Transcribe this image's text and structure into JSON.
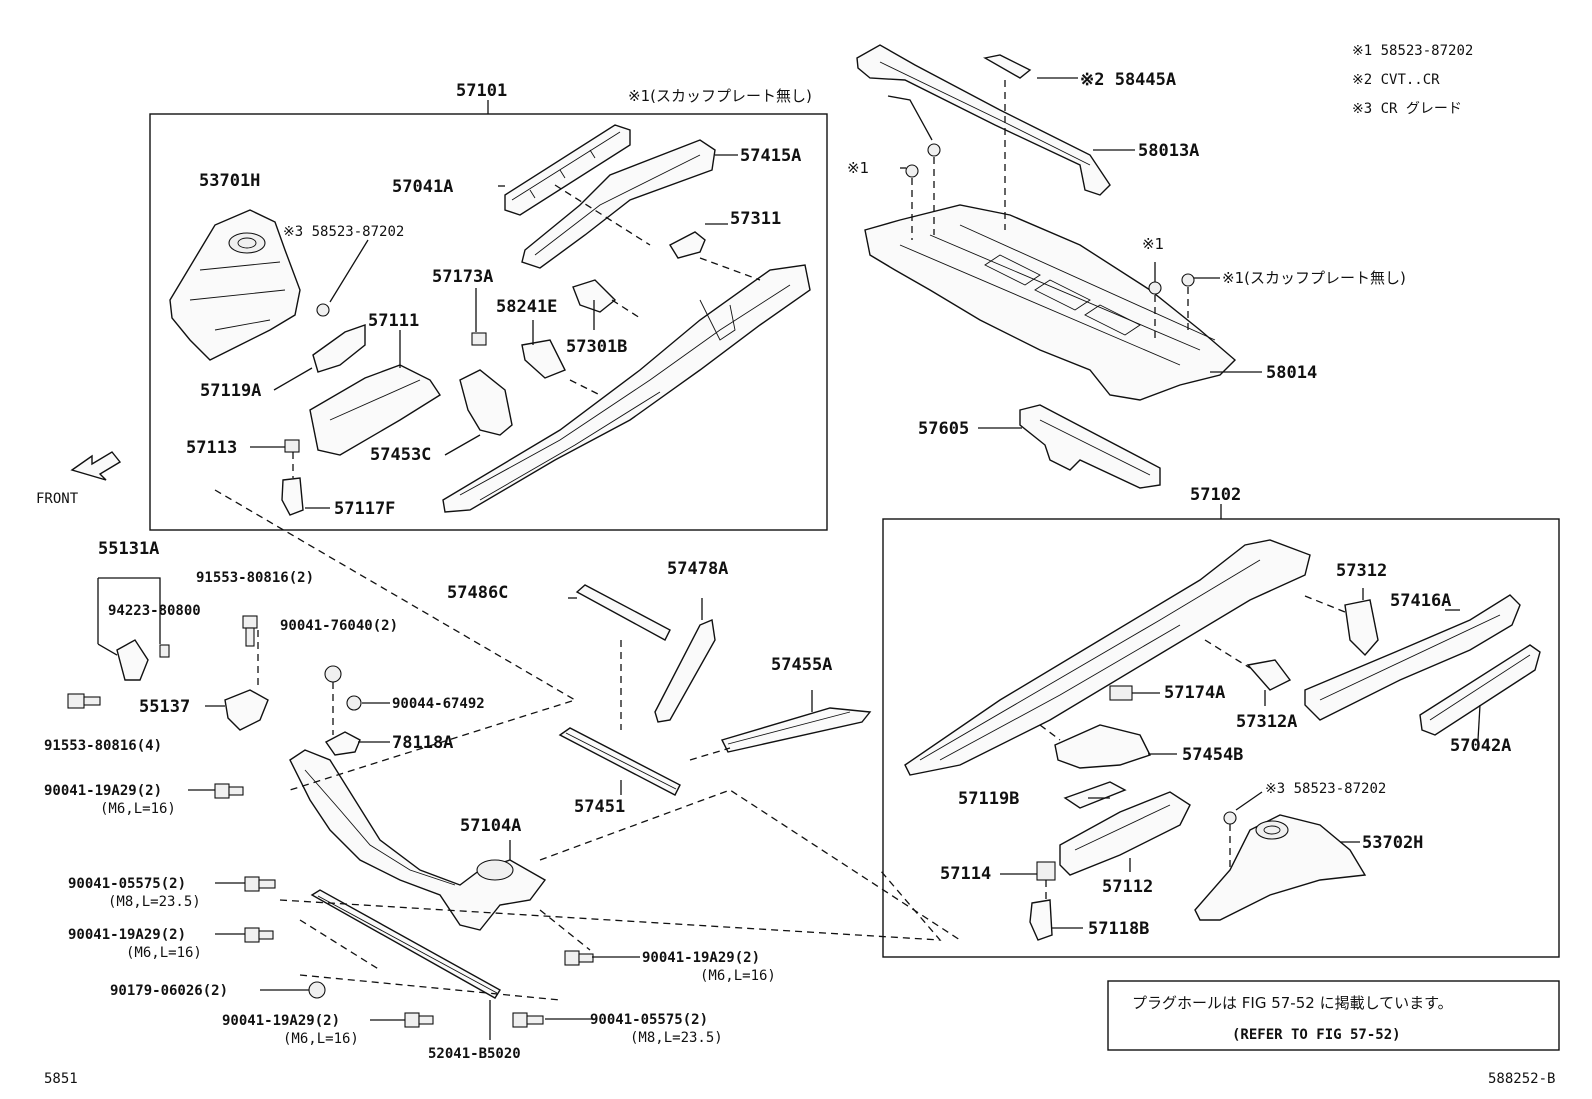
{
  "notes": {
    "n1": "※1 58523-87202",
    "n2": "※2 CVT..CR",
    "n3": "※3 CR グレード"
  },
  "front_label": "FRONT",
  "footer": {
    "left": "5851",
    "right": "588252-B"
  },
  "refer_box": {
    "line1": "プラグホールは FIG 57-52 に掲載しています。",
    "line2": "(REFER TO FIG 57-52)"
  },
  "parts": {
    "p57101": "57101",
    "p53701H": "53701H",
    "p58523_3a": "※3 58523-87202",
    "p57041A": "57041A",
    "p57415A": "57415A",
    "p57311": "57311",
    "p57173A": "57173A",
    "p58241E": "58241E",
    "p57301B": "57301B",
    "p57111": "57111",
    "p57119A": "57119A",
    "p57113": "57113",
    "p57453C": "57453C",
    "p57117F": "57117F",
    "p_note1_top": "※1(スカッフプレート無し)",
    "p58445A": "※2 58445A",
    "p58013A": "58013A",
    "p_note1_left": "※1",
    "p_note1_mid": "※1",
    "p_note1_right": "※1(スカッフプレート無し)",
    "p58014": "58014",
    "p57605": "57605",
    "p57102": "57102",
    "p57312": "57312",
    "p57416A": "57416A",
    "p57174A": "57174A",
    "p57312A": "57312A",
    "p57042A": "57042A",
    "p57454B": "57454B",
    "p58523_3b": "※3 58523-87202",
    "p57119B": "57119B",
    "p53702H": "53702H",
    "p57114": "57114",
    "p57112": "57112",
    "p57118B": "57118B",
    "p55131A": "55131A",
    "p91553_2": "91553-80816(2)",
    "p94223": "94223-80800",
    "p90041_76040": "90041-76040(2)",
    "p90044": "90044-67492",
    "p78118A": "78118A",
    "p55137": "55137",
    "p91553_4": "91553-80816(4)",
    "p90041_19A29_a": "90041-19A29(2)",
    "p90041_19A29_a_sub": "(M6,L=16)",
    "p57486C": "57486C",
    "p57478A": "57478A",
    "p57455A": "57455A",
    "p57451": "57451",
    "p57104A": "57104A",
    "p90041_05575_a": "90041-05575(2)",
    "p90041_05575_a_sub": "(M8,L=23.5)",
    "p90041_19A29_b": "90041-19A29(2)",
    "p90041_19A29_b_sub": "(M6,L=16)",
    "p90179": "90179-06026(2)",
    "p90041_19A29_c": "90041-19A29(2)",
    "p90041_19A29_c_sub": "(M6,L=16)",
    "p52041": "52041-B5020",
    "p90041_19A29_d": "90041-19A29(2)",
    "p90041_19A29_d_sub": "(M6,L=16)",
    "p90041_05575_b": "90041-05575(2)",
    "p90041_05575_b_sub": "(M8,L=23.5)"
  }
}
